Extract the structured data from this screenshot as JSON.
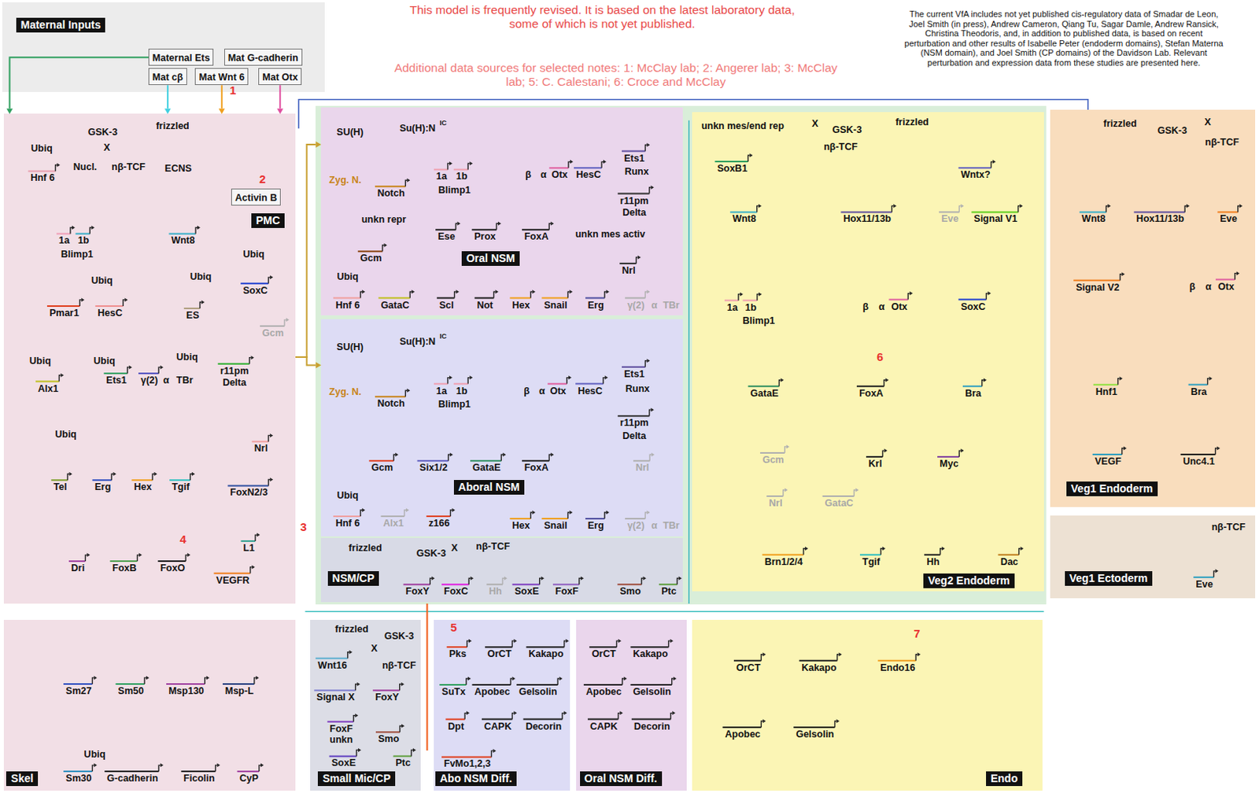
{
  "diagram": {
    "nodes": [
      {
        "text": [
          "Maternal Inputs"
        ]
      },
      {
        "text": [
          "Maternal Ets"
        ],
        "in": 0
      },
      {
        "text": [
          "Mat G-cadherin"
        ],
        "in": 0
      },
      {
        "text": [
          "Mat cβ"
        ],
        "in": 0
      },
      {
        "text": [
          "Mat Wnt 6"
        ],
        "in": 0
      },
      {
        "text": [
          "Mat Otx"
        ],
        "in": 0
      },
      {
        "text": [
          "PMC",
          "Ubiq",
          "Hnf 6",
          "GSK-3",
          "frizzled",
          "X",
          "Nucl.",
          "nβ-TCF",
          "ECNS",
          "1a",
          "1b",
          "Blimp1",
          "Wnt8",
          "Ubiq",
          "SoxC",
          "Ubiq",
          "Pmar1",
          "HesC",
          "Ubiq",
          "ES",
          "Gcm",
          "Ubiq",
          "Alx1",
          "Ubiq",
          "Ets1",
          "Ubiq",
          "γ(2)",
          "α",
          "TBr",
          "r11pm",
          "Delta",
          "Ubiq",
          "Nrl",
          "Tel",
          "Erg",
          "Hex",
          "Tgif",
          "FoxN2/3",
          "L1",
          "Dri",
          "FoxB",
          "FoxO",
          "VEGFR"
        ]
      },
      {
        "text": [
          "Activin B"
        ],
        "in": 6
      },
      {
        "text": [
          "Skel",
          "Sm27",
          "Sm50",
          "Msp130",
          "Msp-L",
          "Ubiq",
          "Sm30",
          "G-cadherin",
          "Ficolin",
          "CyP"
        ]
      },
      {
        "text": [
          "Oral NSM",
          "SU(H)",
          "Su(H):N",
          "IC",
          "Zyg. N.",
          "Notch",
          "1a",
          "1b",
          "Blimp1",
          "β",
          "α",
          "Otx",
          "HesC",
          "Ets1",
          "Runx",
          "r11pm",
          "Delta",
          "unkn repr",
          "Ese",
          "Prox",
          "FoxA",
          "unkn mes activ",
          "Gcm",
          "Nrl",
          "Ubiq",
          "Hnf 6",
          "GataC",
          "Scl",
          "Not",
          "Hex",
          "Snail",
          "Erg",
          "γ(2)",
          "α",
          "TBr"
        ]
      },
      {
        "text": [
          "Aboral NSM",
          "SU(H)",
          "Su(H):N",
          "IC",
          "Zyg. N.",
          "Notch",
          "1a",
          "1b",
          "Blimp1",
          "β",
          "α",
          "Otx",
          "HesC",
          "Ets1",
          "Runx",
          "r11pm",
          "Delta",
          "Gcm",
          "Six1/2",
          "GataE",
          "FoxA",
          "Nrl",
          "Ubiq",
          "Hnf 6",
          "Alx1",
          "z166",
          "Hex",
          "Snail",
          "Erg",
          "γ(2)",
          "α",
          "TBr"
        ]
      },
      {
        "text": [
          "NSM/CP",
          "frizzled",
          "GSK-3",
          "X",
          "nβ-TCF",
          "FoxY",
          "FoxC",
          "Hh",
          "SoxE",
          "FoxF",
          "Smo",
          "Ptc"
        ]
      },
      {
        "text": [
          "Small Mic/CP",
          "frizzled",
          "GSK-3",
          "X",
          "nβ-TCF",
          "Wnt16",
          "Signal X",
          "FoxY",
          "FoxF",
          "unkn",
          "Smo",
          "SoxE",
          "Ptc"
        ]
      },
      {
        "text": [
          "Abo NSM Diff.",
          "Pks",
          "OrCT",
          "Kakapo",
          "SuTx",
          "Apobec",
          "Gelsolin",
          "Dpt",
          "CAPK",
          "Decorin",
          "FvMo1,2,3"
        ]
      },
      {
        "text": [
          "Oral NSM Diff.",
          "OrCT",
          "Kakapo",
          "Apobec",
          "Gelsolin",
          "CAPK",
          "Decorin"
        ]
      },
      {
        "text": [
          "Veg2 Endoderm",
          "unkn mes/end rep",
          "SoxB1",
          "X",
          "GSK-3",
          "frizzled",
          "nβ-TCF",
          "Wntx?",
          "Wnt8",
          "Hox11/13b",
          "Eve",
          "Signal V1",
          "1a",
          "1b",
          "Blimp1",
          "β",
          "α",
          "Otx",
          "SoxC",
          "GataE",
          "FoxA",
          "Bra",
          "Gcm",
          "Krl",
          "Myc",
          "Nrl",
          "GataC",
          "Brn1/2/4",
          "Tgif",
          "Hh",
          "Dac"
        ]
      },
      {
        "text": [
          "Endo",
          "OrCT",
          "Kakapo",
          "Endo16",
          "Apobec",
          "Gelsolin"
        ]
      },
      {
        "text": [
          "Veg1 Endoderm",
          "frizzled",
          "GSK-3",
          "X",
          "nβ-TCF",
          "Wnt8",
          "Hox11/13b",
          "Eve",
          "Signal V2",
          "β",
          "α",
          "Otx",
          "Hnf1",
          "Bra",
          "VEGF",
          "Unc4.1"
        ]
      },
      {
        "text": [
          "Veg1 Ectoderm",
          "nβ-TCF",
          "Eve"
        ]
      }
    ],
    "edges": [
      {
        "from": 5,
        "to": 6,
        "arrow": "to"
      },
      {
        "from": 4,
        "to": 6,
        "arrow": "to"
      },
      {
        "from": 3,
        "to": 6,
        "arrow": "to"
      },
      {
        "from": 1,
        "to": 6,
        "arrow": "to"
      },
      {
        "from": 6,
        "to": 9,
        "arrow": "to"
      },
      {
        "from": 6,
        "to": 10,
        "arrow": "to"
      }
    ],
    "labels": [
      "This model is frequently revised. It is based on the latest laboratory data, some of which is not yet published.",
      "Additional data sources for selected notes: 1: McClay lab; 2: Angerer lab; 3: McClay lab; 5: C. Calestani; 6: Croce and McClay",
      "The current VfA includes not yet published cis-regulatory data of Smadar de Leon, Joel Smith (in press), Andrew Cameron, Qiang Tu, Sagar Damle, Andrew Ransick, Christina Theodoris, and, in addition to published data, is based on recent perturbation and other results of Isabelle Peter (endoderm domains), Stefan Materna (NSM domain), and Joel Smith (CP domains) of the Davidson Lab. Relevant perturbation and expression data from these studies are presented here.",
      "1",
      "2",
      "3",
      "4",
      "5",
      "6",
      "7"
    ]
  }
}
